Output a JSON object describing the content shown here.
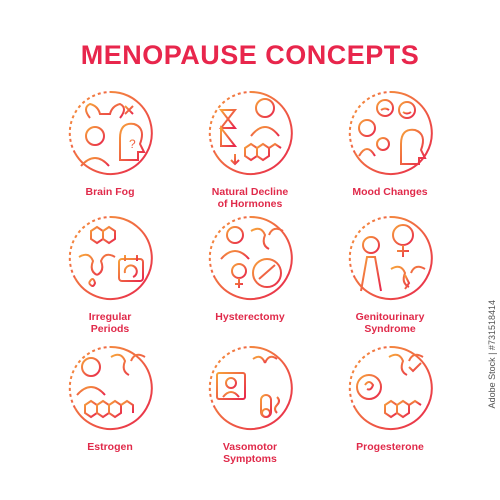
{
  "title": "MENOPAUSE CONCEPTS",
  "concepts": [
    {
      "label": "Brain Fog",
      "icon": "brain-fog-icon"
    },
    {
      "label": "Natural Decline\nof Hormones",
      "icon": "hormone-decline-icon"
    },
    {
      "label": "Mood Changes",
      "icon": "mood-changes-icon"
    },
    {
      "label": "Irregular\nPeriods",
      "icon": "irregular-periods-icon"
    },
    {
      "label": "Hysterectomy",
      "icon": "hysterectomy-icon"
    },
    {
      "label": "Genitourinary\nSyndrome",
      "icon": "genitourinary-syndrome-icon"
    },
    {
      "label": "Estrogen",
      "icon": "estrogen-icon"
    },
    {
      "label": "Vasomotor\nSymptoms",
      "icon": "vasomotor-symptoms-icon"
    },
    {
      "label": "Progesterone",
      "icon": "progesterone-icon"
    }
  ],
  "stock_id": "Adobe Stock | #731518414",
  "colors": {
    "gradient_start": "#f7a23a",
    "gradient_end": "#e8264c",
    "label": "#e02a4a"
  }
}
